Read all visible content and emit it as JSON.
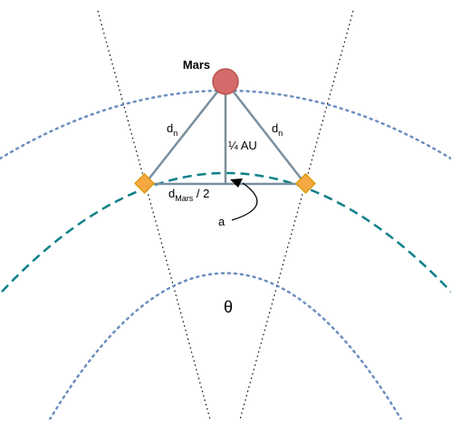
{
  "diagram": {
    "planet": {
      "name": "Mars",
      "color": "#d46a6a",
      "stroke": "#b85450"
    },
    "labels": {
      "dn_left": {
        "main": "d",
        "sub": "n"
      },
      "dn_right": {
        "main": "d",
        "sub": "n"
      },
      "height": "¼ AU",
      "half_base": {
        "main": "d",
        "sub": "Mars",
        "suffix": " / 2"
      },
      "angle_marker": "a",
      "theta": "θ"
    },
    "colors": {
      "triangle_stroke": "#7b8f9e",
      "orbit_dotted": "#6c8ebf",
      "orbit_dashed": "#0e8088",
      "satellite_fill": "#f5a742",
      "satellite_stroke": "#d79b00",
      "cone_lines": "#000000"
    },
    "icons": [
      "mars-planet-icon",
      "satellite-left-icon",
      "satellite-right-icon",
      "curved-arrow-icon"
    ]
  }
}
